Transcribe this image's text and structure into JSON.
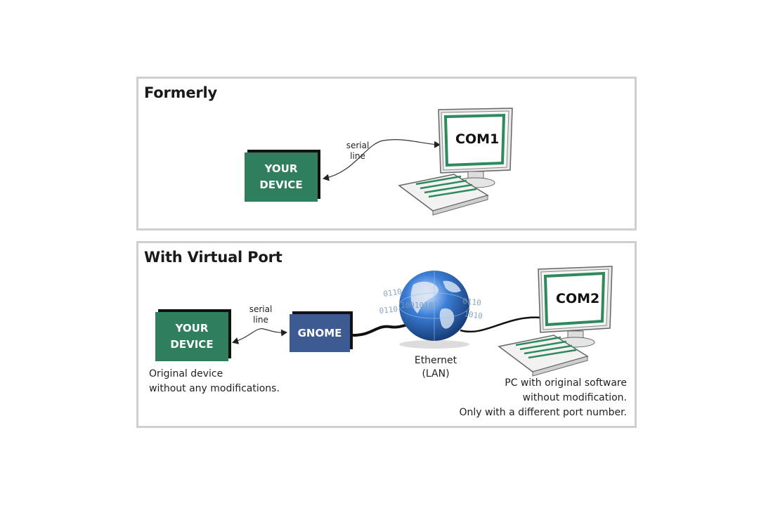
{
  "formerly": {
    "title": "Formerly",
    "device_label": "YOUR\nDEVICE",
    "link_label": "serial\nline",
    "pc_port": "COM1"
  },
  "virtual_port": {
    "title": "With Virtual Port",
    "device_label": "YOUR\nDEVICE",
    "link_label": "serial\nline",
    "gnome_label": "GNOME",
    "network_label": "Ethernet\n(LAN)",
    "pc_port": "COM2",
    "device_caption": "Original device\nwithout any modifications.",
    "pc_caption": "PC with original software\nwithout modification.\nOnly with a different port number."
  },
  "colors": {
    "device_green": "#2f7f5f",
    "gnome_blue": "#3d5a93",
    "screen_green": "#2e8a5c",
    "panel_border": "#cfcfcf",
    "globe_blue": "#2f6fc9"
  }
}
